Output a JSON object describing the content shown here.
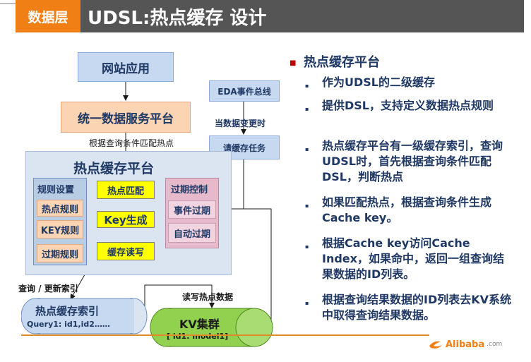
{
  "header": {
    "left": "数据层",
    "title": "UDSL:热点缓存 设计"
  },
  "diagram": {
    "website_app": "网站应用",
    "unified_platform": "统一数据服务平台",
    "match_note": "根据查询条件匹配热点",
    "eda_bus": "EDA事件总线",
    "data_change": "当数据变更时",
    "cache_task": "请缓存任务",
    "cache_platform": "热点缓存平台",
    "rule_setting": "规则设置",
    "hot_rule": "热点规则",
    "key_rule": "KEY规则",
    "expire_rule": "过期规则",
    "hot_match": "热点匹配",
    "key_gen": "Key生成",
    "cache_rw": "缓存读写",
    "expire_control": "过期控制",
    "event_expire": "事件过期",
    "auto_expire": "自动过期",
    "query_update": "查询 / 更新索引",
    "rw_hot": "读写热点数据",
    "hot_index": "热点缓存索引",
    "query1": "Query1: id1,id2……",
    "kv_cluster": "KV集群",
    "kv_content": "[ id1: model1]"
  },
  "bullets": {
    "title": "热点缓存平台",
    "items": [
      "作为UDSL的二级缓存",
      "提供DSL，支持定义数据热点规则",
      "热点缓存平台有一级缓存索引，查询UDSL时，首先根据查询条件匹配DSL，判断热点",
      "如果匹配热点，根据查询条件生成Cache key。",
      "根据Cache key访问Cache Index，如果命中，返回一组查询结果数据的ID列表。",
      "根据查询结果数据的ID列表去KV系统中取得查询结果数据。"
    ]
  },
  "footer": {
    "logo": "Alibaba",
    "logo_suffix": ".com"
  },
  "colors": {
    "accent_orange": "#f07f16",
    "header_gray": "#555555",
    "text_navy": "#1f3864",
    "kv_green": "#92d050"
  }
}
